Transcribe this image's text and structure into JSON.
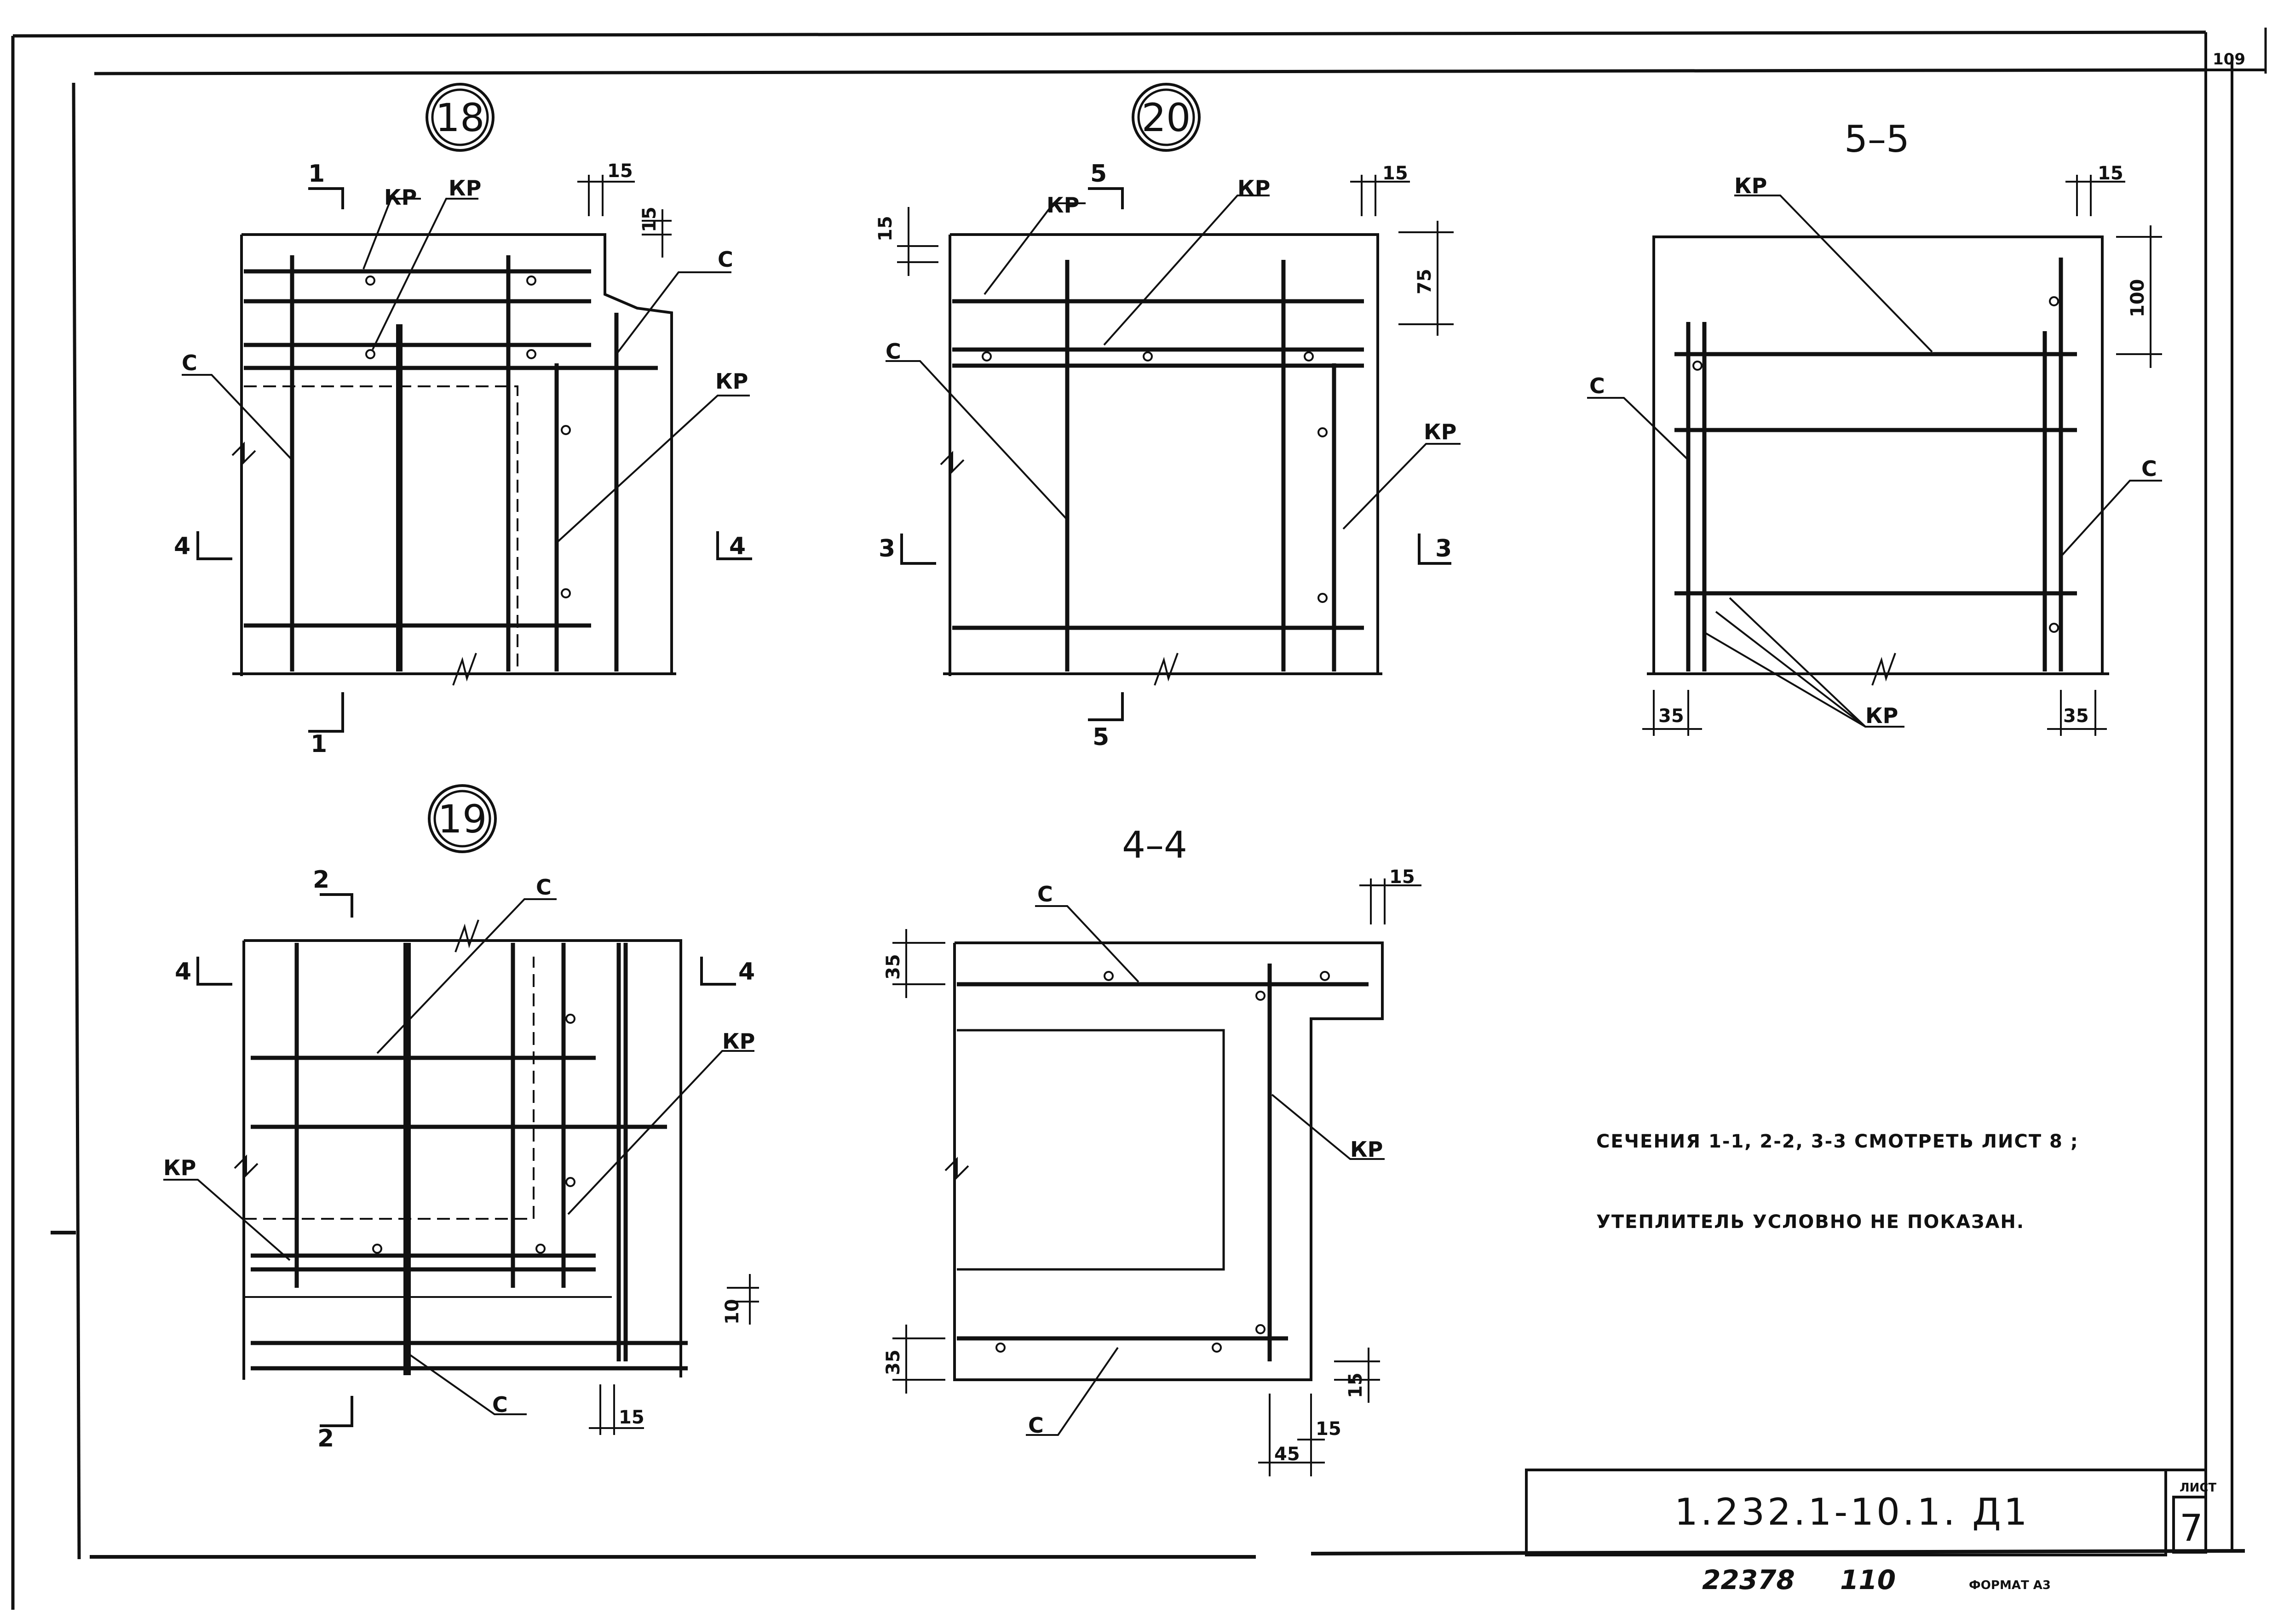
{
  "sheet": {
    "corner_number": "109",
    "document_code": "1.232.1-10.1. Д1",
    "sheet_label": "ЛИСТ",
    "sheet_number": "7",
    "archive_number": "22378",
    "archive_page": "110",
    "format_label": "ФОРМАТ А3"
  },
  "notes": {
    "line1": "СЕЧЕНИЯ 1-1, 2-2, 3-3 СМОТРЕТЬ ЛИСТ 8 ;",
    "line2": "УТЕПЛИТЕЛЬ УСЛОВНО НЕ ПОКАЗАН."
  },
  "detail_18": {
    "number": "18",
    "labels": {
      "kp_a": "КР",
      "kp_b": "КР",
      "kp_c": "КР",
      "c_left": "С",
      "c_right": "С"
    },
    "cuts": {
      "top": "1",
      "bottom": "1",
      "left": "4",
      "right": "4"
    },
    "dims": {
      "top": "15",
      "side": "15"
    }
  },
  "detail_20": {
    "number": "20",
    "labels": {
      "kp_a": "КР",
      "kp_b": "КР",
      "kp_c": "КР",
      "c_left": "С"
    },
    "cuts": {
      "top": "5",
      "bottom": "5",
      "left": "3",
      "right": "3"
    },
    "dims": {
      "top": "15",
      "left": "15",
      "right": "75"
    }
  },
  "detail_19": {
    "number": "19",
    "labels": {
      "c_top": "С",
      "kp_right": "КР",
      "kp_left": "КР",
      "c_bottom": "С"
    },
    "cuts": {
      "top": "2",
      "bottom": "2",
      "left": "4",
      "right": "4"
    },
    "dims": {
      "side": "10",
      "bottom": "15"
    }
  },
  "section_5_5": {
    "title": "5–5",
    "labels": {
      "kp_top": "КР",
      "c_left": "С",
      "c_right": "С",
      "kp_bottom": "КР"
    },
    "dims": {
      "top": "15",
      "right": "100",
      "bottom_left": "35",
      "bottom_right": "35"
    }
  },
  "section_4_4": {
    "title": "4–4",
    "labels": {
      "c_top": "С",
      "kp": "КР",
      "c_bottom": "С"
    },
    "dims": {
      "top": "15",
      "left_top": "35",
      "left_bottom": "35",
      "right": "15",
      "bottom_a": "15",
      "bottom_b": "45"
    }
  }
}
